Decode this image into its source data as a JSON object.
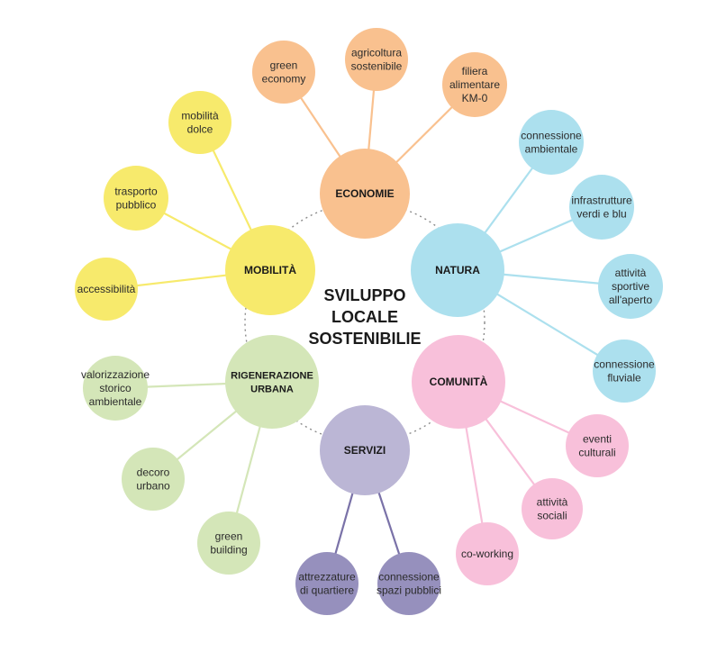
{
  "center": {
    "lines": [
      "SVILUPPO",
      "LOCALE",
      "SOSTENIBILIE"
    ]
  },
  "colors": {
    "economie": "#f9c18f",
    "natura": "#ace0ee",
    "comunita": "#f8c0da",
    "servizi": "#bbb6d5",
    "rigenerazione": "#d4e6b8",
    "mobilita": "#f7ea6c",
    "servizi_leaf": "#9690bd",
    "servizi_link": "#7a72a8",
    "ring": "#8a8a8a"
  },
  "hubs": [
    {
      "id": "economie",
      "lines": [
        "ECONOMIE"
      ],
      "leaves": [
        {
          "id": "green-economy",
          "lines": [
            "green",
            "economy"
          ]
        },
        {
          "id": "agricoltura-sostenibile",
          "lines": [
            "agricoltura",
            "sostenibile"
          ]
        },
        {
          "id": "filiera-alimentare",
          "lines": [
            "filiera",
            "alimentare",
            "KM-0"
          ]
        }
      ]
    },
    {
      "id": "natura",
      "lines": [
        "NATURA"
      ],
      "leaves": [
        {
          "id": "connessione-ambientale",
          "lines": [
            "connessione",
            "ambientale"
          ]
        },
        {
          "id": "infrastrutture-verdi",
          "lines": [
            "infrastrutture",
            "verdi e blu"
          ]
        },
        {
          "id": "attivita-sportive",
          "lines": [
            "attività",
            "sportive",
            "all'aperto"
          ]
        },
        {
          "id": "connessione-fluviale",
          "lines": [
            "connessione",
            "fluviale"
          ]
        }
      ]
    },
    {
      "id": "comunita",
      "lines": [
        "COMUNITÀ"
      ],
      "leaves": [
        {
          "id": "eventi-culturali",
          "lines": [
            "eventi",
            "culturali"
          ]
        },
        {
          "id": "attivita-sociali",
          "lines": [
            "attività",
            "sociali"
          ]
        },
        {
          "id": "co-working",
          "lines": [
            "co-working"
          ]
        }
      ]
    },
    {
      "id": "servizi",
      "lines": [
        "SERVIZI"
      ],
      "leaves": [
        {
          "id": "attrezzature-quartiere",
          "lines": [
            "attrezzature",
            "di quartiere"
          ]
        },
        {
          "id": "connessione-spazi",
          "lines": [
            "connessione",
            "spazi pubblici"
          ]
        }
      ]
    },
    {
      "id": "rigenerazione",
      "lines": [
        "RIGENERAZIONE",
        "URBANA"
      ],
      "leaves": [
        {
          "id": "valorizzazione",
          "lines": [
            "valorizzazione",
            "storico",
            "ambientale"
          ]
        },
        {
          "id": "decoro-urbano",
          "lines": [
            "decoro",
            "urbano"
          ]
        },
        {
          "id": "green-building",
          "lines": [
            "green",
            "building"
          ]
        }
      ]
    },
    {
      "id": "mobilita",
      "lines": [
        "MOBILITÀ"
      ],
      "leaves": [
        {
          "id": "mobilita-dolce",
          "lines": [
            "mobilità",
            "dolce"
          ]
        },
        {
          "id": "trasporto-pubblico",
          "lines": [
            "trasporto",
            "pubblico"
          ]
        },
        {
          "id": "accessibilita",
          "lines": [
            "accessibilità"
          ]
        }
      ]
    }
  ]
}
